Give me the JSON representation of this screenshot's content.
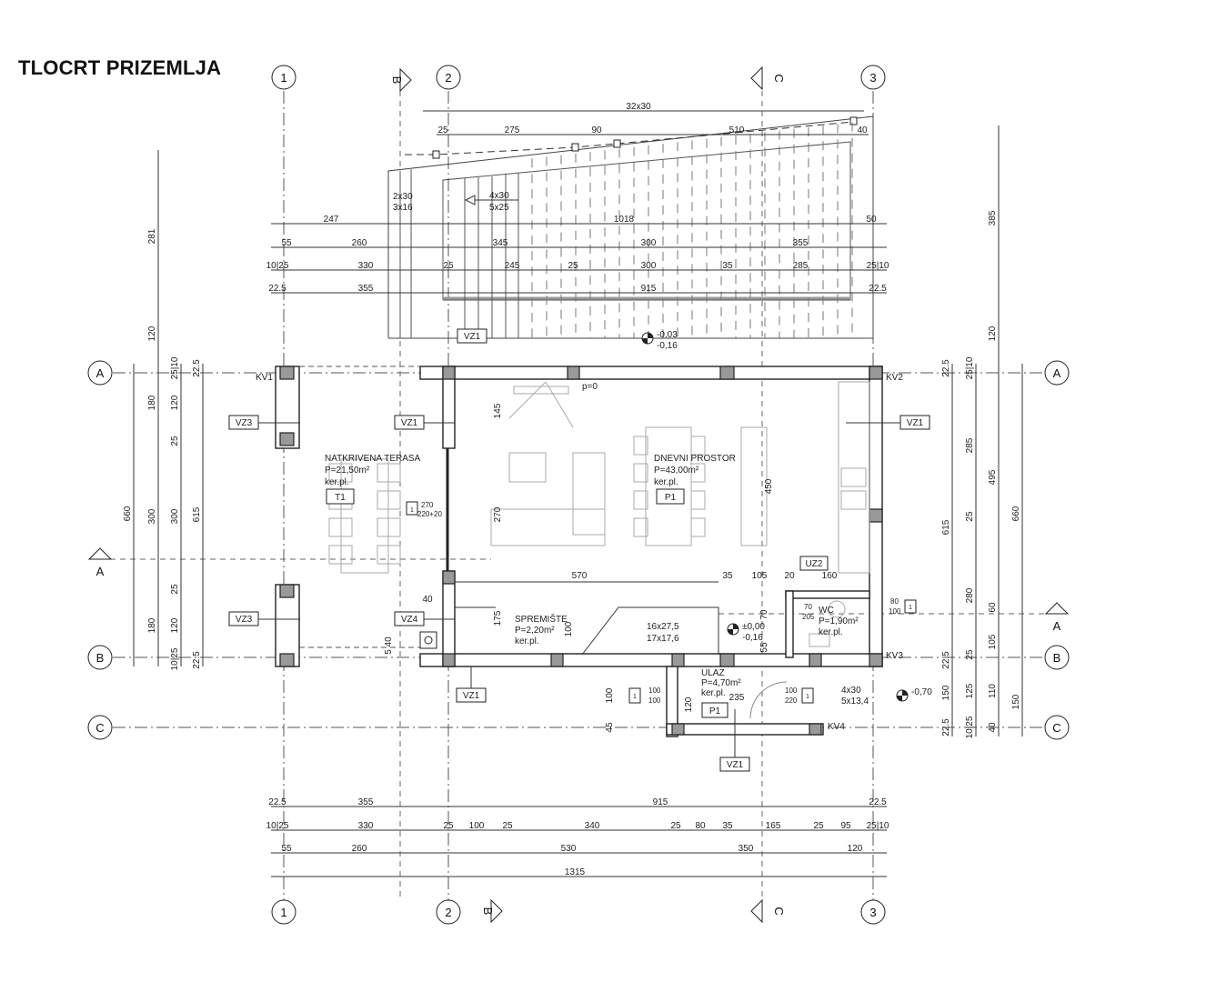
{
  "title": "TLOCRT PRIZEMLJA",
  "grid_axes": {
    "columns": [
      "1",
      "2",
      "3"
    ],
    "rows": [
      "A",
      "B",
      "C"
    ]
  },
  "section_marks": {
    "b": "B",
    "c": "C",
    "a": "A"
  },
  "rooms": [
    {
      "name": "NATKRIVENA TERASA",
      "area": "P=21,50m²",
      "floor": "ker.pl.",
      "code": "T1"
    },
    {
      "name": "DNEVNI PROSTOR",
      "area": "P=43,00m²",
      "floor": "ker.pl.",
      "code": "P1"
    },
    {
      "name": "SPREMIŠTE",
      "area": "P=2,20m²",
      "floor": "ker.pl."
    },
    {
      "name": "WC",
      "area": "P=1,90m²",
      "floor": "ker.pl."
    },
    {
      "name": "ULAZ",
      "area": "P=4,70m²",
      "floor": "ker.pl.",
      "code": "P1"
    }
  ],
  "tags": {
    "vz1": "VZ1",
    "vz3": "VZ3",
    "vz4": "VZ4",
    "uz2": "UZ2",
    "kv1": "KV1",
    "kv2": "KV2",
    "kv3": "KV3",
    "kv4": "KV4"
  },
  "annotations": {
    "stairs_top": "32x30",
    "stair_a_1": "2x30",
    "stair_a_2": "3x16",
    "stair_b_1": "4x30",
    "stair_b_2": "5x25",
    "stair_int_1": "16x27,5",
    "stair_int_2": "17x17,6",
    "stair_ent_1": "4x30",
    "stair_ent_2": "5x13,4",
    "level_top_1": "-0,03",
    "level_top_2": "-0,16",
    "level_main_1": "±0,00",
    "level_main_2": "-0,16",
    "level_out": "-0,70",
    "p0": "p=0",
    "win_terrace_1": "270",
    "win_terrace_2": "220+20",
    "win_wc_1": "80",
    "win_wc_2": "100",
    "win_ent_1": "100",
    "win_ent_2": "100",
    "door_ent_1": "100",
    "door_ent_2": "220",
    "door_wc_1": "70",
    "door_wc_2": "205",
    "mark": "1"
  },
  "interior_dims": [
    "145",
    "270",
    "570",
    "35",
    "105",
    "20",
    "160",
    "450",
    "175",
    "100",
    "40",
    "5 40",
    "70",
    "55",
    "100",
    "45",
    "235",
    "120"
  ],
  "dimensions": {
    "top1": [
      "25",
      "275",
      "90",
      "510",
      "40"
    ],
    "top2": [
      "247",
      "1018",
      "50"
    ],
    "top3": [
      "55",
      "260",
      "345",
      "300",
      "355"
    ],
    "top4": [
      "10|25",
      "330",
      "25",
      "245",
      "25",
      "300",
      "35",
      "285",
      "25|10"
    ],
    "top5": [
      "22.5",
      "355",
      "915",
      "22.5"
    ],
    "bot1": [
      "22.5",
      "355",
      "915",
      "22.5"
    ],
    "bot2": [
      "10|25",
      "330",
      "25",
      "100",
      "25",
      "340",
      "25",
      "80",
      "35",
      "165",
      "25",
      "95",
      "25|10"
    ],
    "bot3": [
      "55",
      "260",
      "530",
      "350",
      "120"
    ],
    "bot4": [
      "1315"
    ],
    "left1": [
      "660"
    ],
    "left2": [
      "281",
      "120",
      "180",
      "300",
      "180"
    ],
    "left3": [
      "25|10",
      "120",
      "25",
      "300",
      "25",
      "120",
      "10|25"
    ],
    "left4": [
      "22.5",
      "615",
      "22.5"
    ],
    "right1": [
      "22.5",
      "615",
      "22.5",
      "150",
      "22.5"
    ],
    "right2": [
      "25|10",
      "285",
      "25",
      "280",
      "25",
      "125",
      "10|25"
    ],
    "right3": [
      "385",
      "120",
      "495",
      "60",
      "105",
      "110",
      "40"
    ],
    "right4": [
      "660",
      "150"
    ]
  }
}
